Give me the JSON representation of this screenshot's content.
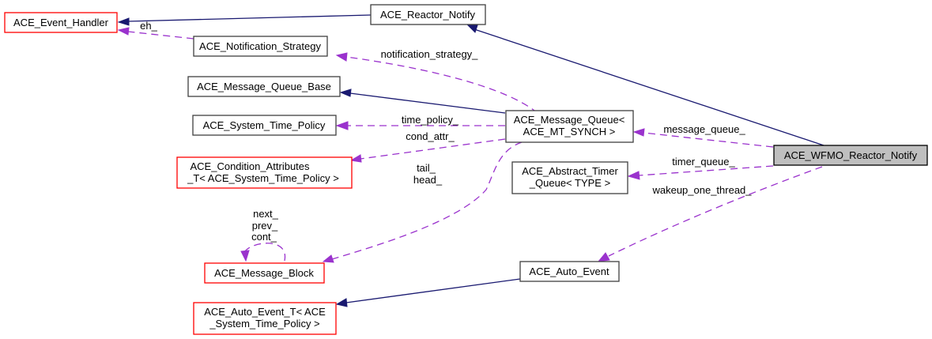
{
  "title": "ACE_WFMO_Reactor_Notify collaboration graph",
  "colors": {
    "inherit_edge": "#191970",
    "use_edge": "#9a32cd",
    "focus_fill": "#bfbfbf",
    "incomplete_border": "#ff0000",
    "normal_border": "#404040"
  },
  "nodes": {
    "event_handler": {
      "lines": [
        "ACE_Event_Handler"
      ],
      "style": "red"
    },
    "reactor_notify": {
      "lines": [
        "ACE_Reactor_Notify"
      ],
      "style": "normal"
    },
    "notification_strategy": {
      "lines": [
        "ACE_Notification_Strategy"
      ],
      "style": "normal"
    },
    "message_queue_base": {
      "lines": [
        "ACE_Message_Queue_Base"
      ],
      "style": "normal"
    },
    "system_time_policy": {
      "lines": [
        "ACE_System_Time_Policy"
      ],
      "style": "normal"
    },
    "condition_attributes": {
      "lines": [
        "ACE_Condition_Attributes",
        "_T< ACE_System_Time_Policy >"
      ],
      "style": "red"
    },
    "message_queue": {
      "lines": [
        "ACE_Message_Queue<",
        "ACE_MT_SYNCH >"
      ],
      "style": "normal"
    },
    "abstract_timer_queue": {
      "lines": [
        "ACE_Abstract_Timer",
        "_Queue< TYPE >"
      ],
      "style": "normal"
    },
    "wfmo_reactor_notify": {
      "lines": [
        "ACE_WFMO_Reactor_Notify"
      ],
      "style": "focus"
    },
    "message_block": {
      "lines": [
        "ACE_Message_Block"
      ],
      "style": "red"
    },
    "auto_event": {
      "lines": [
        "ACE_Auto_Event"
      ],
      "style": "normal"
    },
    "auto_event_t": {
      "lines": [
        "ACE_Auto_Event_T< ACE",
        "_System_Time_Policy >"
      ],
      "style": "red"
    }
  },
  "edge_labels": {
    "eh": "eh_",
    "notification_strategy": "notification_strategy_",
    "time_policy": "time_policy_",
    "cond_attr": "cond_attr_",
    "tail_head": [
      "tail_",
      "head_"
    ],
    "message_block_self": [
      "next_",
      "prev_",
      "cont_"
    ],
    "message_queue": "message_queue_",
    "timer_queue": "timer_queue_",
    "wakeup_one_thread": "wakeup_one_thread_"
  }
}
